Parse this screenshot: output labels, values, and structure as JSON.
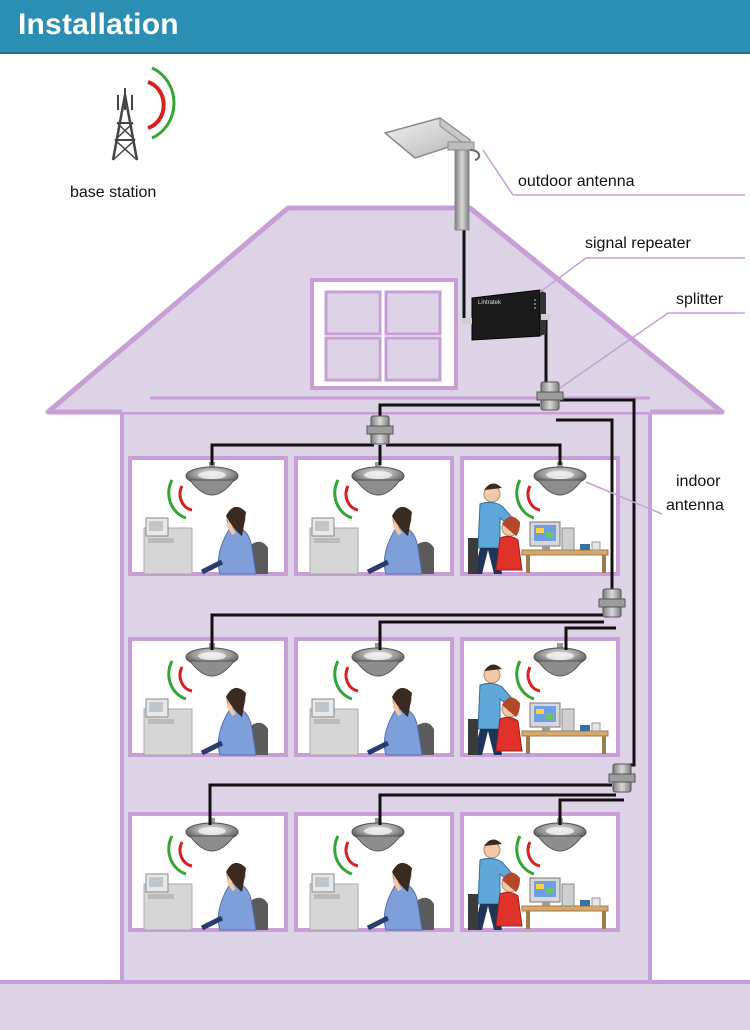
{
  "header": {
    "title": "Installation"
  },
  "labels": {
    "base_station": "base station",
    "outdoor_antenna": "outdoor antenna",
    "signal_repeater": "signal repeater",
    "splitter": "splitter",
    "indoor_antenna_line1": "indoor",
    "indoor_antenna_line2": "antenna"
  },
  "repeater_brand": "Lintratek",
  "colors": {
    "header": "#2b8fb4",
    "house_fill": "#dcd4e6",
    "house_outline": "#c79fd6",
    "cable": "#111111",
    "signal_red": "#d7201f",
    "signal_green": "#35a435"
  },
  "floors": [
    {
      "rooms": [
        "office-woman-on-phone",
        "office-woman-on-phone",
        "office-couple-at-computer"
      ]
    },
    {
      "rooms": [
        "office-woman-on-phone",
        "office-woman-on-phone",
        "office-couple-at-computer"
      ]
    },
    {
      "rooms": [
        "office-woman-on-phone",
        "office-woman-on-phone",
        "office-couple-at-computer"
      ]
    }
  ]
}
